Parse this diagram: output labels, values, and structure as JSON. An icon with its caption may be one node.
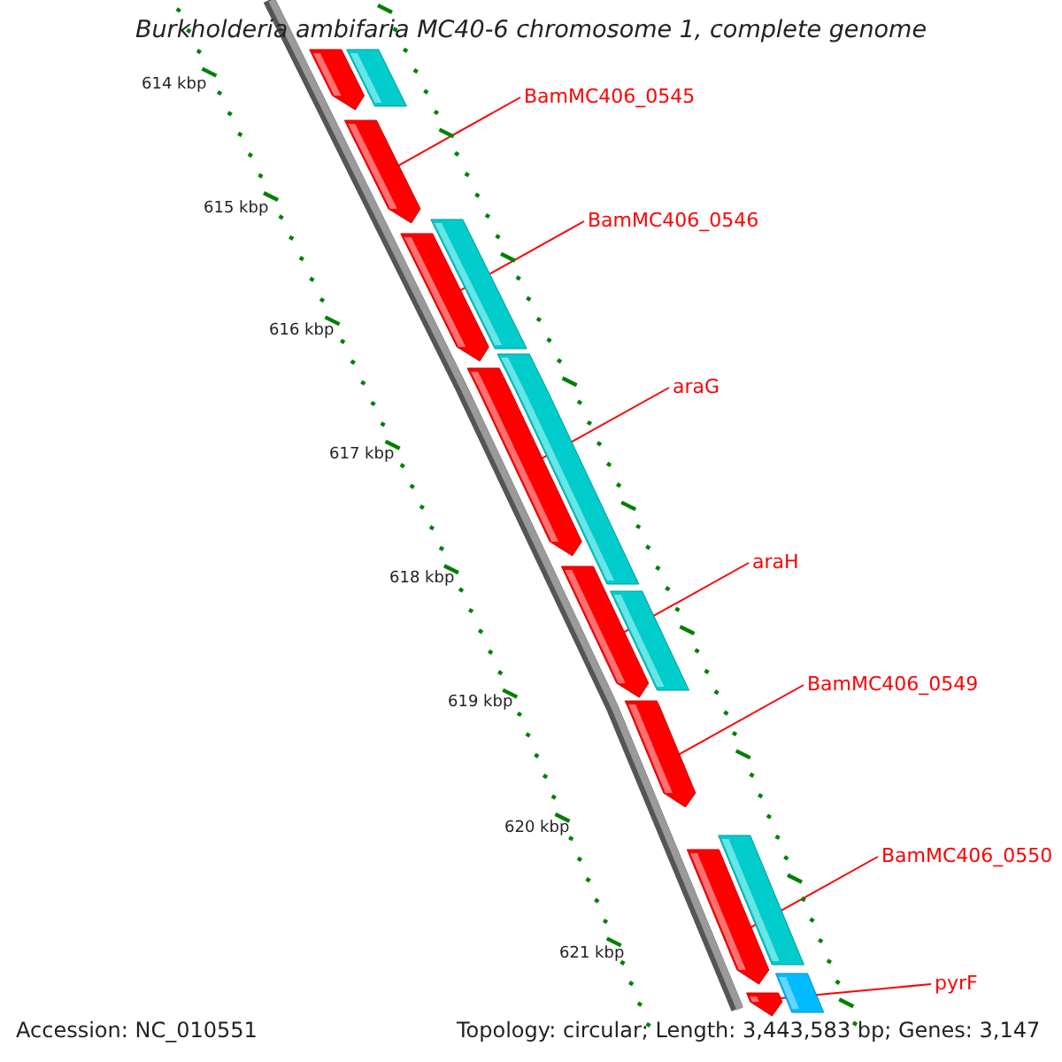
{
  "diagram": {
    "title": "Burkholderia ambifaria MC40-6 chromosome 1, complete genome",
    "nodes": [
      {
        "text": [
          "BamMC406_0545"
        ]
      },
      {
        "text": [
          "BamMC406_0546"
        ]
      },
      {
        "text": [
          "araG"
        ]
      },
      {
        "text": [
          "araH"
        ]
      },
      {
        "text": [
          "BamMC406_0549"
        ]
      },
      {
        "text": [
          "BamMC406_0550"
        ]
      },
      {
        "text": [
          "pyrF"
        ]
      },
      {
        "text": [],
        "shape": "arrow"
      },
      {
        "text": [],
        "shape": "arrow"
      },
      {
        "text": [],
        "shape": "arrow"
      },
      {
        "text": [],
        "shape": "arrow"
      },
      {
        "text": [],
        "shape": "arrow"
      },
      {
        "text": [],
        "shape": "arrow"
      },
      {
        "text": [],
        "shape": "arrow"
      },
      {
        "text": [],
        "shape": "arrow"
      }
    ],
    "edges": [
      {
        "from": 0,
        "to": 8,
        "arrow": "none"
      },
      {
        "from": 1,
        "to": 9,
        "arrow": "none"
      },
      {
        "from": 2,
        "to": 10,
        "arrow": "none"
      },
      {
        "from": 3,
        "to": 11,
        "arrow": "none"
      },
      {
        "from": 4,
        "to": 12,
        "arrow": "none"
      },
      {
        "from": 5,
        "to": 13,
        "arrow": "none"
      },
      {
        "from": 6,
        "to": 14,
        "arrow": "none"
      }
    ],
    "labels": [
      "614 kbp",
      "615 kbp",
      "616 kbp",
      "617 kbp",
      "618 kbp",
      "619 kbp",
      "620 kbp",
      "621 kbp",
      "Accession: NC_010551",
      "Topology: circular; Length: 3,443,583 bp; Genes: 3,147"
    ]
  }
}
